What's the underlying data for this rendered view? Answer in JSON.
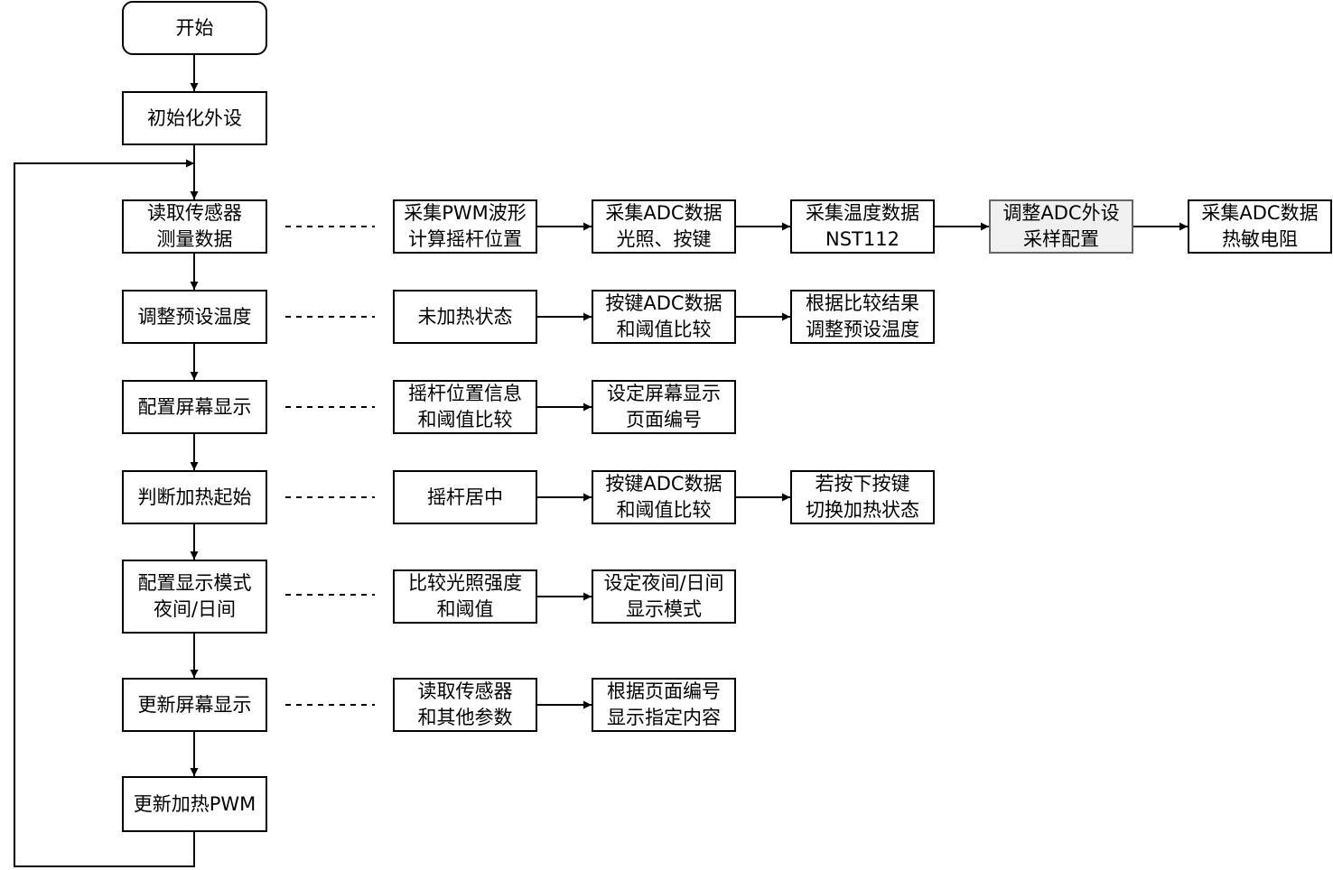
{
  "diagram": {
    "start": "开始",
    "main_steps": [
      "初始化外设",
      "读取传感器\n测量数据",
      "调整预设温度",
      "配置屏幕显示",
      "判断加热起始",
      "配置显示模式\n夜间/日间",
      "更新屏幕显示",
      "更新加热PWM"
    ],
    "detail_rows": [
      [
        "采集PWM波形\n计算摇杆位置",
        "采集ADC数据\n光照、按键",
        "采集温度数据\nNST112",
        "调整ADC外设\n采样配置",
        "采集ADC数据\n热敏电阻"
      ],
      [
        "未加热状态",
        "按键ADC数据\n和阈值比较",
        "根据比较结果\n调整预设温度"
      ],
      [
        "摇杆位置信息\n和阈值比较",
        "设定屏幕显示\n页面编号"
      ],
      [
        "摇杆居中",
        "按键ADC数据\n和阈值比较",
        "若按下按键\n切换加热状态"
      ],
      [
        "比较光照强度\n和阈值",
        "设定夜间/日间\n显示模式"
      ],
      [
        "读取传感器\n和其他参数",
        "根据页面编号\n显示指定内容"
      ]
    ]
  },
  "colors": {
    "stroke": "#000000",
    "shaded_fill": "#f0f0f0",
    "shaded_stroke": "#666666"
  }
}
